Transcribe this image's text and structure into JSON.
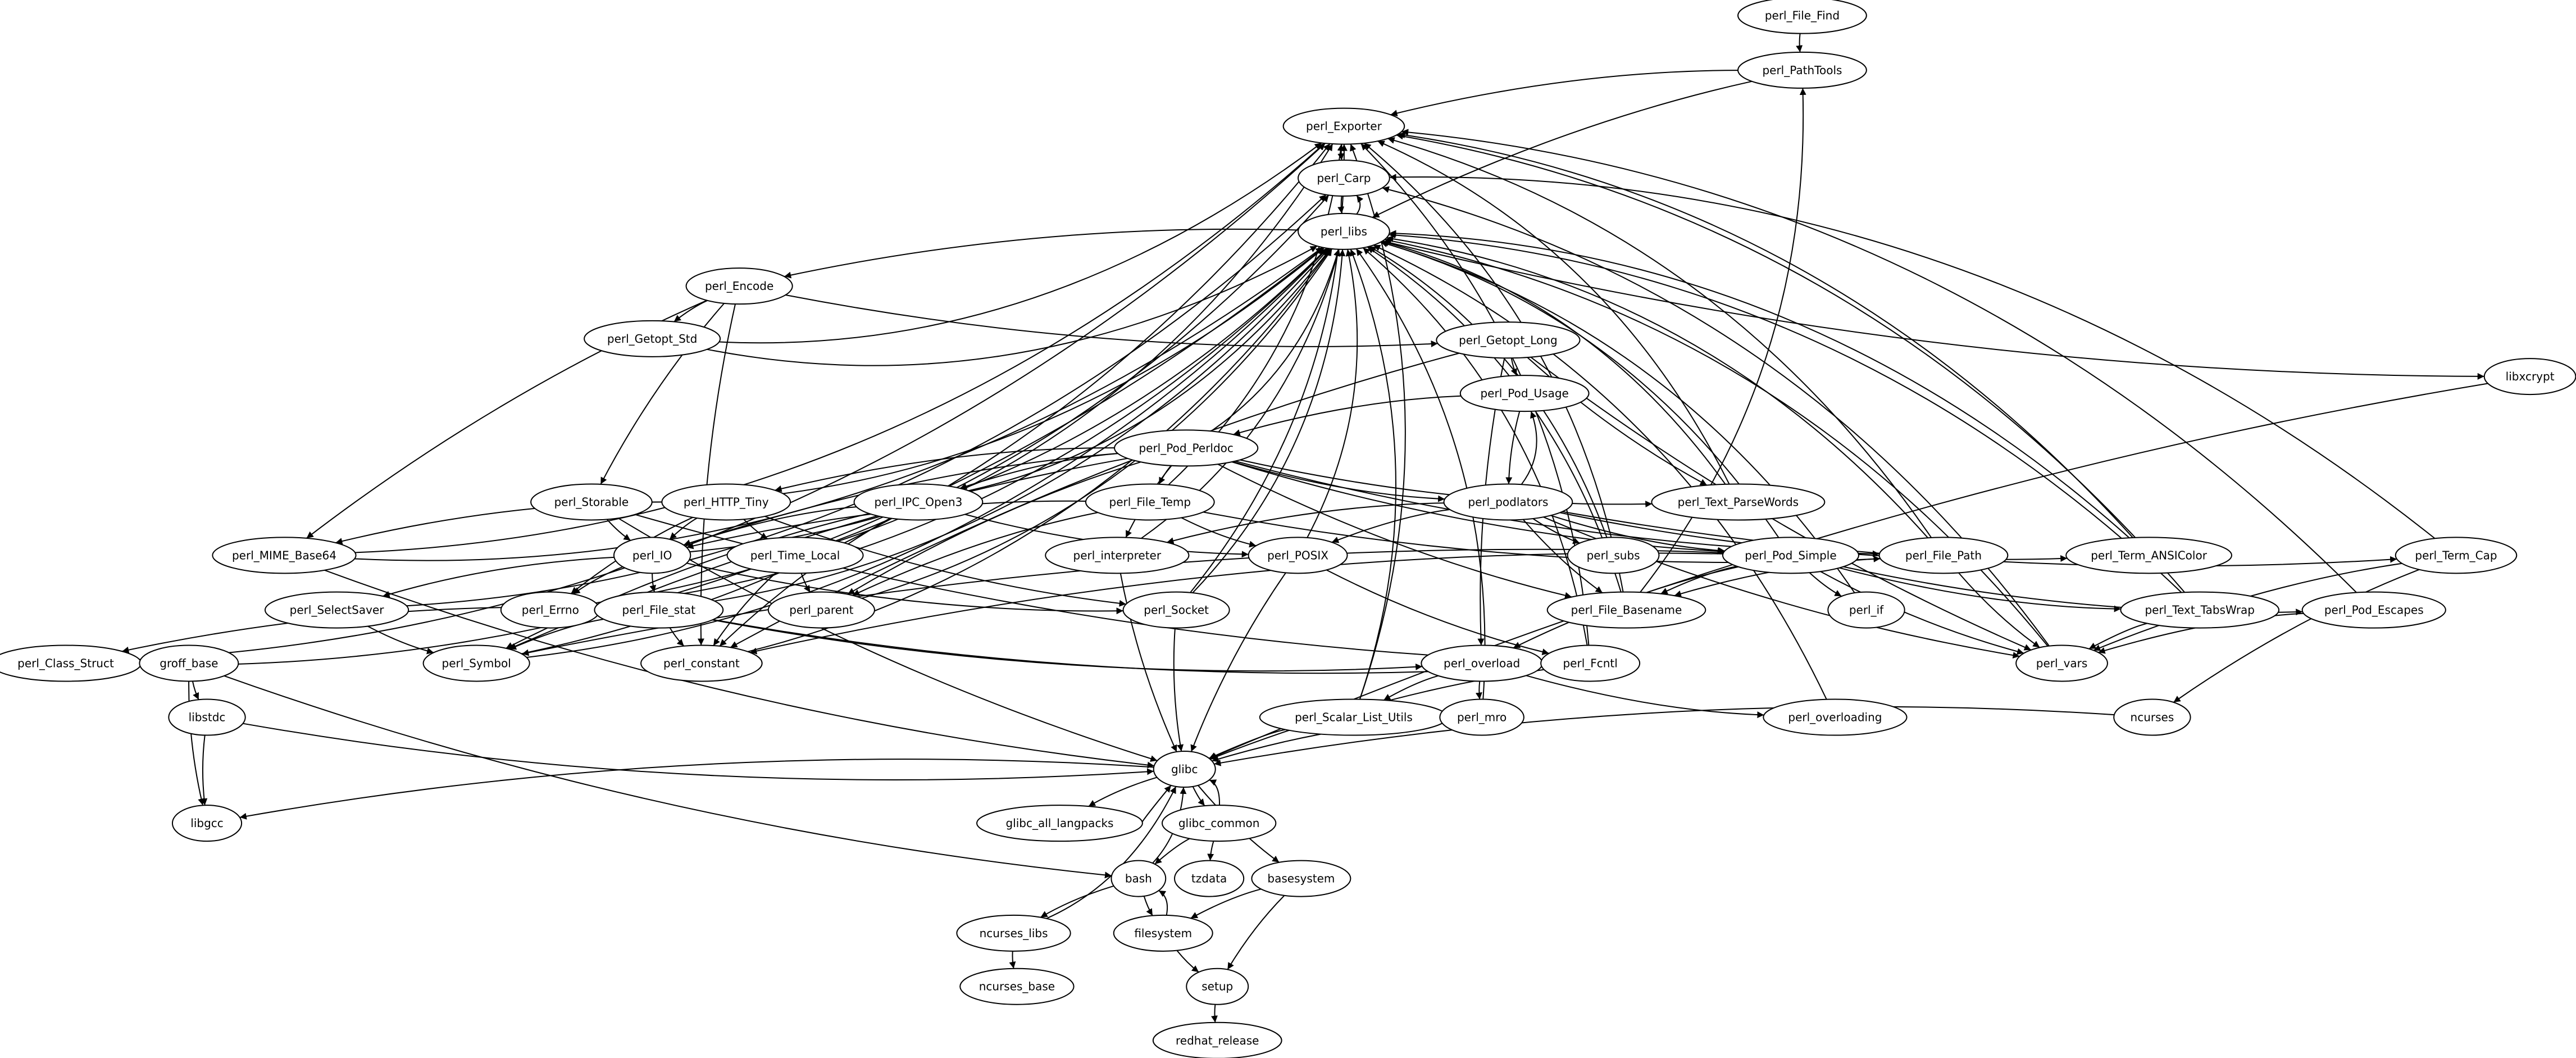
{
  "graph": {
    "type": "directed-dependency-graph",
    "nodes": [
      {
        "id": "perl_File_Find",
        "label": "perl_File_Find"
      },
      {
        "id": "perl_PathTools",
        "label": "perl_PathTools"
      },
      {
        "id": "perl_Exporter",
        "label": "perl_Exporter"
      },
      {
        "id": "perl_Carp",
        "label": "perl_Carp"
      },
      {
        "id": "perl_libs",
        "label": "perl_libs"
      },
      {
        "id": "perl_Encode",
        "label": "perl_Encode"
      },
      {
        "id": "perl_Getopt_Std",
        "label": "perl_Getopt_Std"
      },
      {
        "id": "perl_Getopt_Long",
        "label": "perl_Getopt_Long"
      },
      {
        "id": "perl_Pod_Usage",
        "label": "perl_Pod_Usage"
      },
      {
        "id": "libxcrypt",
        "label": "libxcrypt"
      },
      {
        "id": "perl_Pod_Perldoc",
        "label": "perl_Pod_Perldoc"
      },
      {
        "id": "perl_Storable",
        "label": "perl_Storable"
      },
      {
        "id": "perl_HTTP_Tiny",
        "label": "perl_HTTP_Tiny"
      },
      {
        "id": "perl_IPC_Open3",
        "label": "perl_IPC_Open3"
      },
      {
        "id": "perl_File_Temp",
        "label": "perl_File_Temp"
      },
      {
        "id": "perl_podlators",
        "label": "perl_podlators"
      },
      {
        "id": "perl_Text_ParseWords",
        "label": "perl_Text_ParseWords"
      },
      {
        "id": "perl_MIME_Base64",
        "label": "perl_MIME_Base64"
      },
      {
        "id": "perl_IO",
        "label": "perl_IO"
      },
      {
        "id": "perl_Time_Local",
        "label": "perl_Time_Local"
      },
      {
        "id": "perl_interpreter",
        "label": "perl_interpreter"
      },
      {
        "id": "perl_POSIX",
        "label": "perl_POSIX"
      },
      {
        "id": "perl_subs",
        "label": "perl_subs"
      },
      {
        "id": "perl_Pod_Simple",
        "label": "perl_Pod_Simple"
      },
      {
        "id": "perl_File_Path",
        "label": "perl_File_Path"
      },
      {
        "id": "perl_Term_ANSIColor",
        "label": "perl_Term_ANSIColor"
      },
      {
        "id": "perl_Term_Cap",
        "label": "perl_Term_Cap"
      },
      {
        "id": "perl_SelectSaver",
        "label": "perl_SelectSaver"
      },
      {
        "id": "perl_Errno",
        "label": "perl_Errno"
      },
      {
        "id": "perl_File_stat",
        "label": "perl_File_stat"
      },
      {
        "id": "perl_parent",
        "label": "perl_parent"
      },
      {
        "id": "perl_Socket",
        "label": "perl_Socket"
      },
      {
        "id": "perl_File_Basename",
        "label": "perl_File_Basename"
      },
      {
        "id": "perl_if",
        "label": "perl_if"
      },
      {
        "id": "perl_Text_TabsWrap",
        "label": "perl_Text_TabsWrap"
      },
      {
        "id": "perl_Pod_Escapes",
        "label": "perl_Pod_Escapes"
      },
      {
        "id": "perl_Class_Struct",
        "label": "perl_Class_Struct"
      },
      {
        "id": "groff_base",
        "label": "groff_base"
      },
      {
        "id": "perl_Symbol",
        "label": "perl_Symbol"
      },
      {
        "id": "perl_constant",
        "label": "perl_constant"
      },
      {
        "id": "perl_overload",
        "label": "perl_overload"
      },
      {
        "id": "perl_Fcntl",
        "label": "perl_Fcntl"
      },
      {
        "id": "perl_vars",
        "label": "perl_vars"
      },
      {
        "id": "libstdc",
        "label": "libstdc"
      },
      {
        "id": "perl_Scalar_List_Utils",
        "label": "perl_Scalar_List_Utils"
      },
      {
        "id": "perl_mro",
        "label": "perl_mro"
      },
      {
        "id": "perl_overloading",
        "label": "perl_overloading"
      },
      {
        "id": "ncurses",
        "label": "ncurses"
      },
      {
        "id": "glibc",
        "label": "glibc"
      },
      {
        "id": "libgcc",
        "label": "libgcc"
      },
      {
        "id": "glibc_all_langpacks",
        "label": "glibc_all_langpacks"
      },
      {
        "id": "glibc_common",
        "label": "glibc_common"
      },
      {
        "id": "bash",
        "label": "bash"
      },
      {
        "id": "tzdata",
        "label": "tzdata"
      },
      {
        "id": "basesystem",
        "label": "basesystem"
      },
      {
        "id": "ncurses_libs",
        "label": "ncurses_libs"
      },
      {
        "id": "filesystem",
        "label": "filesystem"
      },
      {
        "id": "ncurses_base",
        "label": "ncurses_base"
      },
      {
        "id": "setup",
        "label": "setup"
      },
      {
        "id": "redhat_release",
        "label": "redhat_release"
      }
    ],
    "edges": [
      [
        "perl_File_Find",
        "perl_PathTools"
      ],
      [
        "perl_PathTools",
        "perl_Exporter"
      ],
      [
        "perl_Exporter",
        "perl_Carp"
      ],
      [
        "perl_Carp",
        "perl_libs"
      ],
      [
        "perl_libs",
        "perl_Carp"
      ],
      [
        "perl_libs",
        "perl_Encode"
      ],
      [
        "perl_libs",
        "libxcrypt"
      ],
      [
        "perl_Encode",
        "perl_Getopt_Std"
      ],
      [
        "perl_Encode",
        "perl_Getopt_Long"
      ],
      [
        "perl_Encode",
        "perl_Storable"
      ],
      [
        "perl_Encode",
        "perl_MIME_Base64"
      ],
      [
        "perl_Encode",
        "perl_constant"
      ],
      [
        "perl_Getopt_Std",
        "perl_libs"
      ],
      [
        "perl_Getopt_Std",
        "perl_Exporter"
      ],
      [
        "perl_Getopt_Long",
        "perl_Pod_Usage"
      ],
      [
        "perl_Getopt_Long",
        "perl_Text_ParseWords"
      ],
      [
        "perl_Getopt_Long",
        "perl_overload"
      ],
      [
        "perl_Getopt_Long",
        "perl_constant"
      ],
      [
        "perl_Getopt_Long",
        "perl_vars"
      ],
      [
        "perl_Pod_Usage",
        "perl_Pod_Perldoc"
      ],
      [
        "perl_Pod_Usage",
        "perl_podlators"
      ],
      [
        "perl_podlators",
        "perl_Pod_Usage"
      ],
      [
        "perl_Pod_Perldoc",
        "perl_HTTP_Tiny"
      ],
      [
        "perl_Pod_Perldoc",
        "perl_IPC_Open3"
      ],
      [
        "perl_Pod_Perldoc",
        "perl_File_Temp"
      ],
      [
        "perl_Pod_Perldoc",
        "perl_podlators"
      ],
      [
        "perl_Pod_Perldoc",
        "perl_Text_ParseWords"
      ],
      [
        "perl_Pod_Perldoc",
        "perl_IO"
      ],
      [
        "perl_Pod_Perldoc",
        "perl_interpreter"
      ],
      [
        "perl_Pod_Perldoc",
        "perl_parent"
      ],
      [
        "perl_Pod_Perldoc",
        "perl_File_Basename"
      ],
      [
        "perl_Pod_Perldoc",
        "perl_Pod_Simple"
      ],
      [
        "perl_Pod_Perldoc",
        "perl_File_Path"
      ],
      [
        "perl_Pod_Perldoc",
        "perl_Symbol"
      ],
      [
        "perl_Pod_Perldoc",
        "perl_libs"
      ],
      [
        "perl_Storable",
        "perl_IO"
      ],
      [
        "perl_Storable",
        "perl_Fcntl"
      ],
      [
        "perl_Storable",
        "glibc"
      ],
      [
        "perl_Storable",
        "perl_libs"
      ],
      [
        "perl_HTTP_Tiny",
        "perl_IO"
      ],
      [
        "perl_HTTP_Tiny",
        "perl_Time_Local"
      ],
      [
        "perl_HTTP_Tiny",
        "perl_Socket"
      ],
      [
        "perl_HTTP_Tiny",
        "perl_Errno"
      ],
      [
        "perl_HTTP_Tiny",
        "perl_MIME_Base64"
      ],
      [
        "perl_IPC_Open3",
        "perl_IO"
      ],
      [
        "perl_IPC_Open3",
        "perl_POSIX"
      ],
      [
        "perl_IPC_Open3",
        "perl_constant"
      ],
      [
        "perl_IPC_Open3",
        "perl_Symbol"
      ],
      [
        "perl_IPC_Open3",
        "perl_libs"
      ],
      [
        "perl_File_Temp",
        "perl_POSIX"
      ],
      [
        "perl_File_Temp",
        "perl_IO"
      ],
      [
        "perl_File_Temp",
        "perl_parent"
      ],
      [
        "perl_File_Temp",
        "perl_File_Path"
      ],
      [
        "perl_File_Temp",
        "perl_Exporter"
      ],
      [
        "perl_podlators",
        "perl_POSIX"
      ],
      [
        "perl_podlators",
        "perl_interpreter"
      ],
      [
        "perl_podlators",
        "perl_subs"
      ],
      [
        "perl_podlators",
        "perl_Pod_Simple"
      ],
      [
        "perl_podlators",
        "perl_File_Basename"
      ],
      [
        "perl_podlators",
        "perl_Term_ANSIColor"
      ],
      [
        "perl_podlators",
        "perl_Term_Cap"
      ],
      [
        "perl_podlators",
        "perl_vars"
      ],
      [
        "perl_Text_ParseWords",
        "perl_libs"
      ],
      [
        "perl_Text_ParseWords",
        "perl_Exporter"
      ],
      [
        "perl_MIME_Base64",
        "perl_libs"
      ],
      [
        "perl_MIME_Base64",
        "perl_Exporter"
      ],
      [
        "perl_MIME_Base64",
        "glibc"
      ],
      [
        "perl_IO",
        "perl_SelectSaver"
      ],
      [
        "perl_IO",
        "perl_Errno"
      ],
      [
        "perl_IO",
        "perl_File_stat"
      ],
      [
        "perl_IO",
        "perl_Socket"
      ],
      [
        "perl_IO",
        "perl_libs"
      ],
      [
        "perl_Time_Local",
        "perl_parent"
      ],
      [
        "perl_Time_Local",
        "perl_constant"
      ],
      [
        "perl_Time_Local",
        "perl_Exporter"
      ],
      [
        "perl_interpreter",
        "glibc"
      ],
      [
        "perl_interpreter",
        "perl_libs"
      ],
      [
        "perl_POSIX",
        "glibc"
      ],
      [
        "perl_POSIX",
        "perl_Fcntl"
      ],
      [
        "perl_POSIX",
        "perl_libs"
      ],
      [
        "perl_subs",
        "perl_libs"
      ],
      [
        "perl_Pod_Simple",
        "perl_File_Basename"
      ],
      [
        "perl_Pod_Simple",
        "perl_if"
      ],
      [
        "perl_Pod_Simple",
        "perl_Text_TabsWrap"
      ],
      [
        "perl_Pod_Simple",
        "perl_Pod_Escapes"
      ],
      [
        "perl_Pod_Simple",
        "perl_vars"
      ],
      [
        "perl_Pod_Simple",
        "perl_Symbol"
      ],
      [
        "perl_Pod_Simple",
        "perl_overload"
      ],
      [
        "perl_Pod_Simple",
        "perl_constant"
      ],
      [
        "perl_Pod_Simple",
        "perl_libs"
      ],
      [
        "perl_File_Path",
        "perl_File_Basename"
      ],
      [
        "perl_File_Path",
        "perl_vars"
      ],
      [
        "perl_File_Path",
        "perl_Exporter"
      ],
      [
        "perl_File_Path",
        "perl_libs"
      ],
      [
        "perl_Term_ANSIColor",
        "perl_Exporter"
      ],
      [
        "perl_Term_ANSIColor",
        "perl_libs"
      ],
      [
        "perl_Term_Cap",
        "perl_Carp"
      ],
      [
        "perl_Term_Cap",
        "perl_vars"
      ],
      [
        "perl_Term_Cap",
        "ncurses"
      ],
      [
        "perl_SelectSaver",
        "perl_Symbol"
      ],
      [
        "perl_SelectSaver",
        "perl_Carp"
      ],
      [
        "perl_Errno",
        "perl_Carp"
      ],
      [
        "perl_Errno",
        "perl_libs"
      ],
      [
        "perl_File_stat",
        "perl_Class_Struct"
      ],
      [
        "perl_File_stat",
        "perl_Symbol"
      ],
      [
        "perl_File_stat",
        "perl_constant"
      ],
      [
        "perl_File_stat",
        "perl_Fcntl"
      ],
      [
        "perl_File_stat",
        "perl_overload"
      ],
      [
        "perl_File_stat",
        "perl_libs"
      ],
      [
        "perl_parent",
        "perl_libs"
      ],
      [
        "perl_Socket",
        "glibc"
      ],
      [
        "perl_Socket",
        "perl_libs"
      ],
      [
        "perl_Socket",
        "perl_Exporter"
      ],
      [
        "perl_File_Basename",
        "perl_libs"
      ],
      [
        "perl_File_Basename",
        "perl_Exporter"
      ],
      [
        "perl_File_Basename",
        "perl_PathTools"
      ],
      [
        "perl_if",
        "perl_libs"
      ],
      [
        "perl_Text_TabsWrap",
        "perl_vars"
      ],
      [
        "perl_Text_TabsWrap",
        "perl_Exporter"
      ],
      [
        "perl_Text_TabsWrap",
        "perl_libs"
      ],
      [
        "perl_Pod_Escapes",
        "perl_vars"
      ],
      [
        "perl_Pod_Escapes",
        "perl_Exporter"
      ],
      [
        "perl_Class_Struct",
        "perl_Exporter"
      ],
      [
        "perl_Class_Struct",
        "perl_libs"
      ],
      [
        "groff_base",
        "libstdc"
      ],
      [
        "groff_base",
        "libgcc"
      ],
      [
        "groff_base",
        "bash"
      ],
      [
        "perl_Symbol",
        "perl_Exporter"
      ],
      [
        "perl_Symbol",
        "perl_libs"
      ],
      [
        "perl_constant",
        "perl_libs"
      ],
      [
        "perl_overload",
        "perl_Scalar_List_Utils"
      ],
      [
        "perl_overload",
        "perl_mro"
      ],
      [
        "perl_overload",
        "perl_overloading"
      ],
      [
        "perl_Fcntl",
        "glibc"
      ],
      [
        "perl_Fcntl",
        "perl_Exporter"
      ],
      [
        "perl_Fcntl",
        "perl_libs"
      ],
      [
        "perl_vars",
        "perl_libs"
      ],
      [
        "perl_vars",
        "perl_Carp"
      ],
      [
        "libstdc",
        "libgcc"
      ],
      [
        "libstdc",
        "glibc"
      ],
      [
        "perl_Scalar_List_Utils",
        "glibc"
      ],
      [
        "perl_Scalar_List_Utils",
        "perl_libs"
      ],
      [
        "perl_Scalar_List_Utils",
        "perl_Exporter"
      ],
      [
        "perl_mro",
        "glibc"
      ],
      [
        "perl_mro",
        "perl_libs"
      ],
      [
        "perl_overloading",
        "perl_libs"
      ],
      [
        "ncurses",
        "glibc"
      ],
      [
        "libxcrypt",
        "glibc"
      ],
      [
        "glibc",
        "libgcc"
      ],
      [
        "glibc",
        "glibc_all_langpacks"
      ],
      [
        "glibc_all_langpacks",
        "glibc"
      ],
      [
        "glibc",
        "glibc_common"
      ],
      [
        "glibc_common",
        "glibc"
      ],
      [
        "glibc",
        "basesystem"
      ],
      [
        "glibc_common",
        "bash"
      ],
      [
        "glibc_common",
        "tzdata"
      ],
      [
        "bash",
        "glibc"
      ],
      [
        "bash",
        "ncurses_libs"
      ],
      [
        "bash",
        "filesystem"
      ],
      [
        "filesystem",
        "bash"
      ],
      [
        "basesystem",
        "filesystem"
      ],
      [
        "basesystem",
        "setup"
      ],
      [
        "ncurses_libs",
        "ncurses_base"
      ],
      [
        "ncurses_libs",
        "glibc"
      ],
      [
        "filesystem",
        "setup"
      ],
      [
        "setup",
        "redhat_release"
      ],
      [
        "perl_PathTools",
        "perl_libs"
      ]
    ]
  }
}
